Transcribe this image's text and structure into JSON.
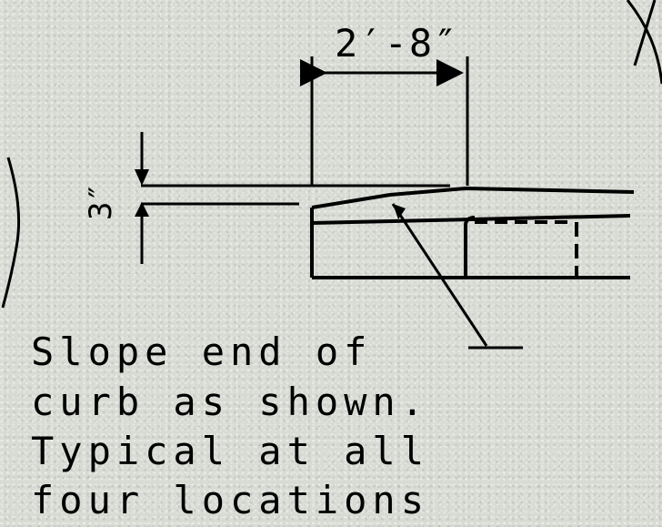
{
  "drawing": {
    "top_dimension": "2′-8″",
    "left_dimension": "3″",
    "note_lines": [
      "Slope end of",
      "curb as shown.",
      "Typical at all",
      "four locations"
    ],
    "line_color": "#000000",
    "background_color": "#d8dbd4"
  }
}
